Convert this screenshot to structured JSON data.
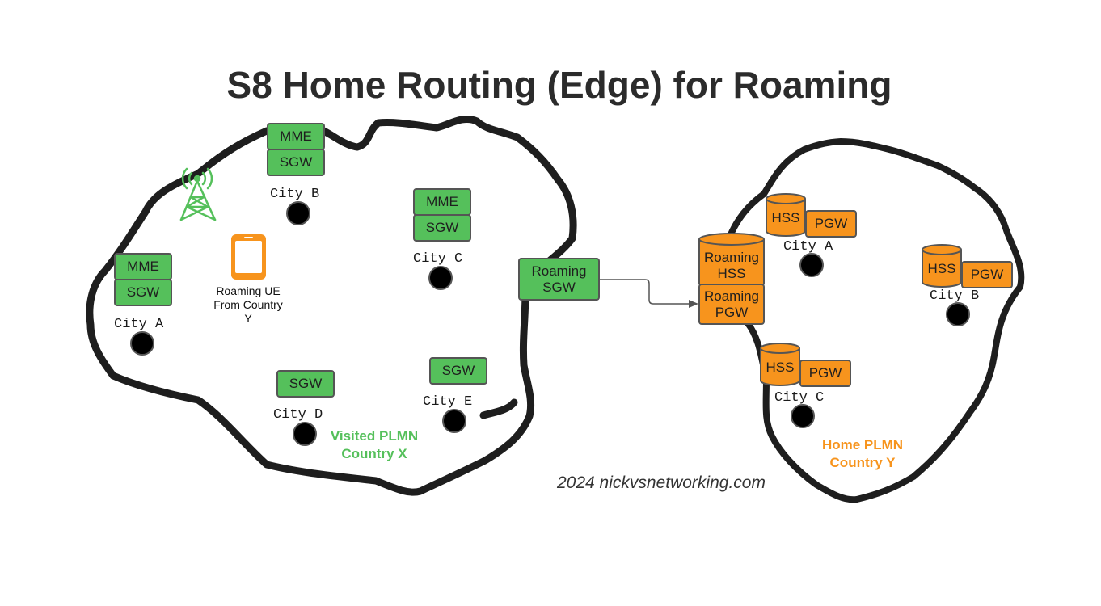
{
  "title": "S8 Home Routing (Edge) for Roaming",
  "visited": {
    "label_line1": "Visited PLMN",
    "label_line2": "Country X",
    "color": "#55c05b",
    "nodes": {
      "city_b_mme": "MME",
      "city_b_sgw": "SGW",
      "city_c_mme": "MME",
      "city_c_sgw": "SGW",
      "city_a_mme": "MME",
      "city_a_sgw": "SGW",
      "city_d_sgw": "SGW",
      "city_e_sgw": "SGW",
      "roaming_sgw_line1": "Roaming",
      "roaming_sgw_line2": "SGW"
    },
    "cities": {
      "a": "City A",
      "b": "City B",
      "c": "City C",
      "d": "City D",
      "e": "City E"
    },
    "ue": {
      "line1": "Roaming UE",
      "line2": "From Country",
      "line3": "Y",
      "icon": "smartphone-icon"
    },
    "tower_icon": "cell-tower-icon"
  },
  "home": {
    "label_line1": "Home PLMN",
    "label_line2": "Country Y",
    "color": "#f7941d",
    "nodes": {
      "roaming_hss_line1": "Roaming",
      "roaming_hss_line2": "HSS",
      "roaming_pgw_line1": "Roaming",
      "roaming_pgw_line2": "PGW",
      "city_a_hss": "HSS",
      "city_a_pgw": "PGW",
      "city_b_hss": "HSS",
      "city_b_pgw": "PGW",
      "city_c_hss": "HSS",
      "city_c_pgw": "PGW"
    },
    "cities": {
      "a": "City A",
      "b": "City B",
      "c": "City C"
    }
  },
  "credit": "2024 nickvsnetworking.com"
}
